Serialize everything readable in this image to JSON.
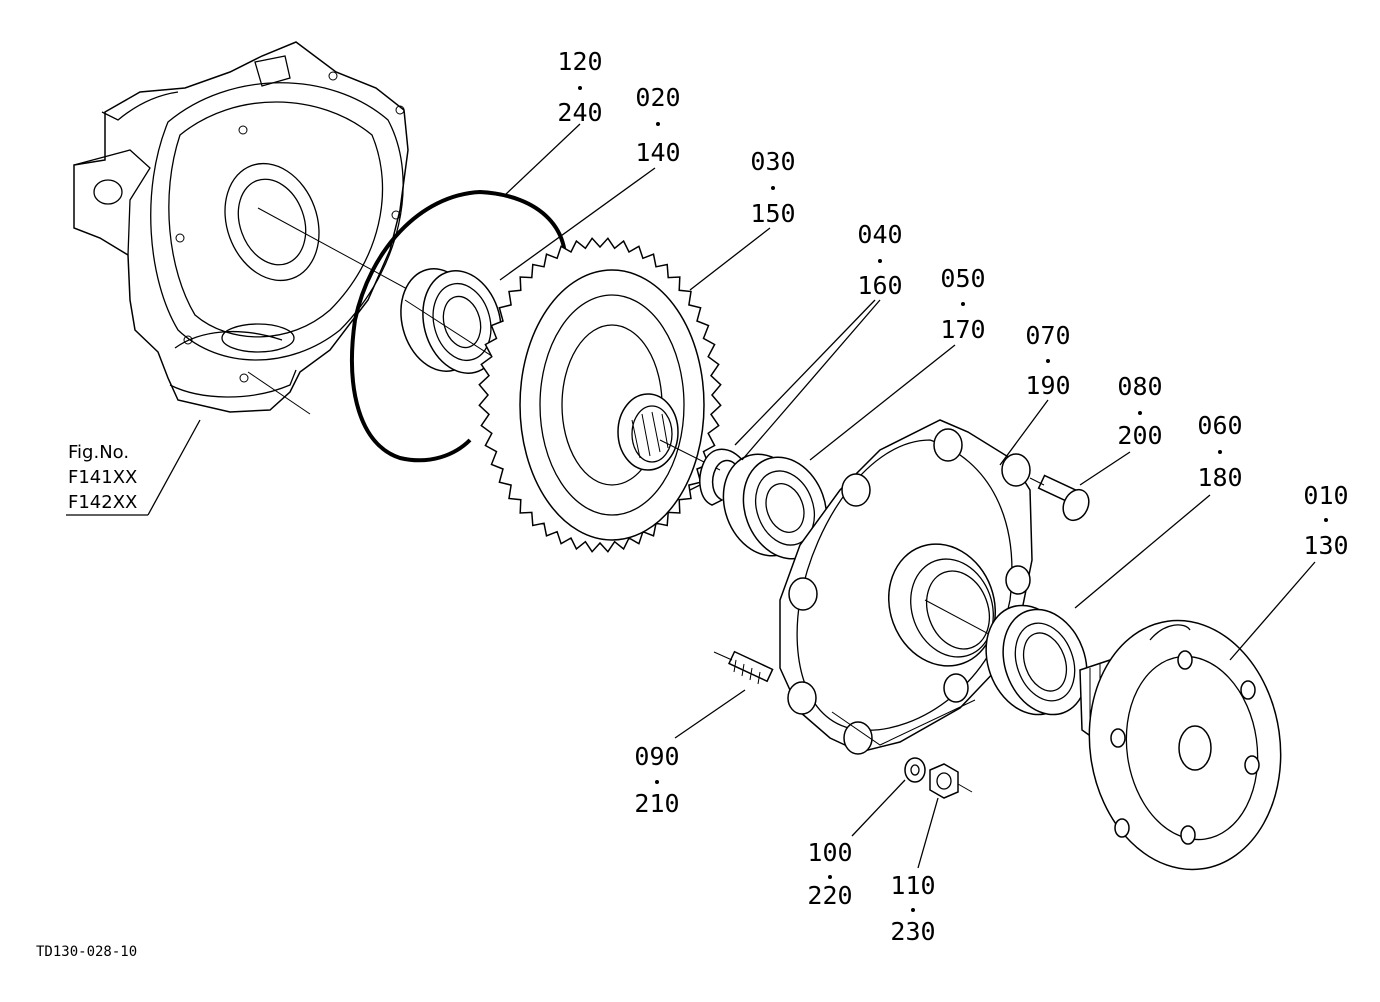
{
  "figure": {
    "fig_label": "Fig.No.",
    "fig_codes": [
      "F141XX",
      "F142XX"
    ],
    "drawing_code": "TD130-028-10"
  },
  "callouts": [
    {
      "id": "c120",
      "top": "120",
      "bottom": "240"
    },
    {
      "id": "c020",
      "top": "020",
      "bottom": "140"
    },
    {
      "id": "c030",
      "top": "030",
      "bottom": "150"
    },
    {
      "id": "c040",
      "top": "040",
      "bottom": "160"
    },
    {
      "id": "c050",
      "top": "050",
      "bottom": "170"
    },
    {
      "id": "c070",
      "top": "070",
      "bottom": "190"
    },
    {
      "id": "c080",
      "top": "080",
      "bottom": "200"
    },
    {
      "id": "c060",
      "top": "060",
      "bottom": "180"
    },
    {
      "id": "c010",
      "top": "010",
      "bottom": "130"
    },
    {
      "id": "c090",
      "top": "090",
      "bottom": "210"
    },
    {
      "id": "c100",
      "top": "100",
      "bottom": "220"
    },
    {
      "id": "c110",
      "top": "110",
      "bottom": "230"
    }
  ]
}
